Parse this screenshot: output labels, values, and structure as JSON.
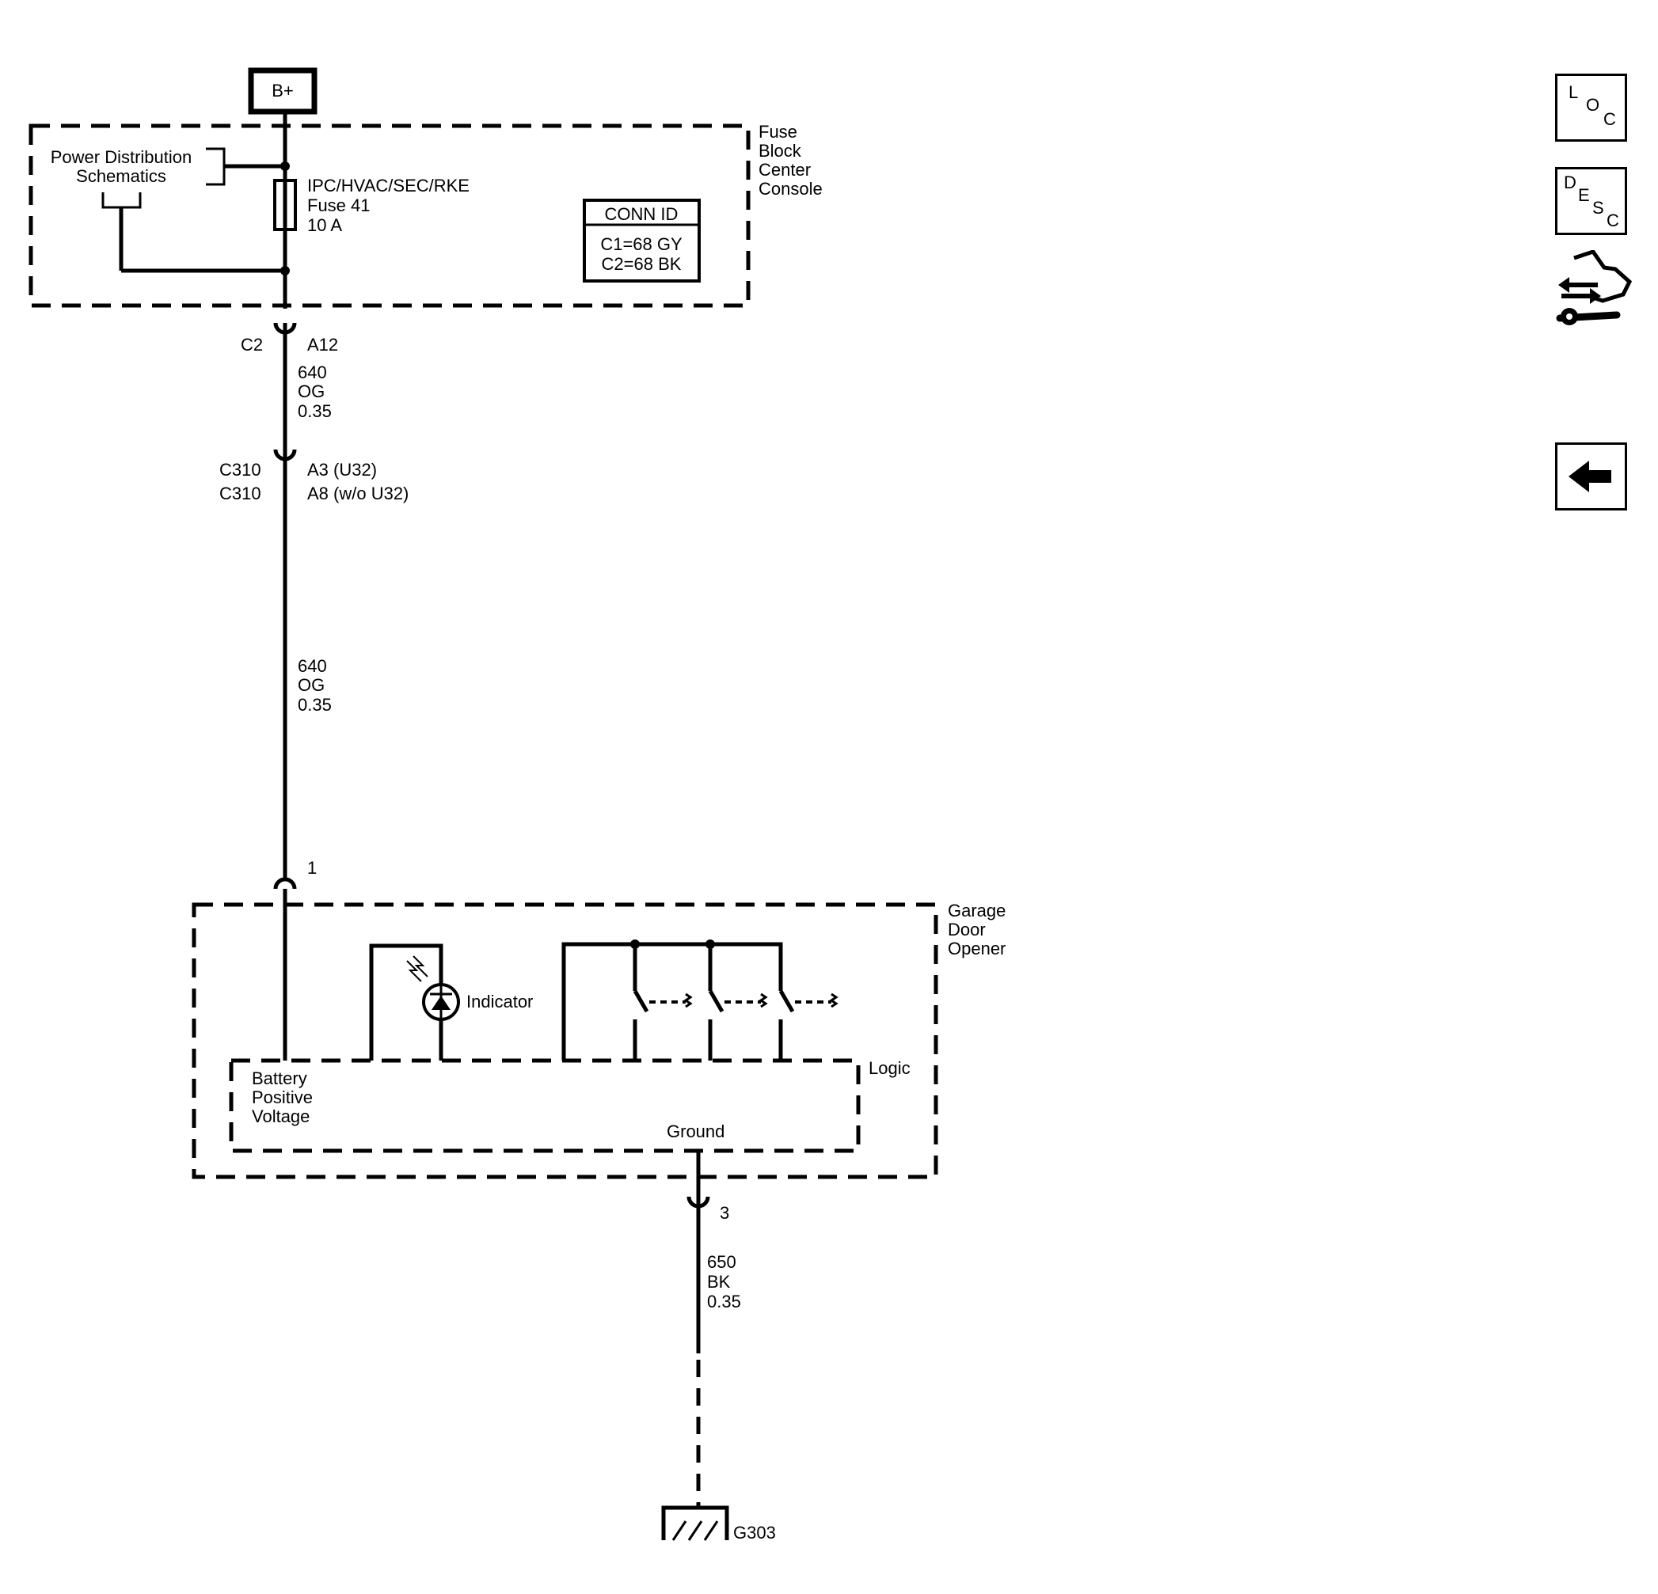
{
  "sources": {
    "battery": "B+",
    "power_distribution": [
      "Power Distribution",
      "Schematics"
    ]
  },
  "fuse_block": {
    "name": [
      "Fuse",
      "Block",
      "Center",
      "Console"
    ],
    "fuse": [
      "IPC/HVAC/SEC/RKE",
      "Fuse 41",
      "10 A"
    ],
    "conn_id": {
      "title": "CONN ID",
      "lines": [
        "C1=68 GY",
        "C2=68 BK"
      ]
    }
  },
  "connectors": {
    "c2": {
      "name": "C2",
      "pin": "A12"
    },
    "c310": [
      {
        "name": "C310",
        "pin": "A3 (U32)"
      },
      {
        "name": "C310",
        "pin": "A8 (w/o U32)"
      }
    ],
    "gdo_power_pin": "1",
    "gdo_ground_pin": "3"
  },
  "wires": {
    "upper": [
      "640",
      "OG",
      "0.35"
    ],
    "middle": [
      "640",
      "OG",
      "0.35"
    ],
    "ground": [
      "650",
      "BK",
      "0.35"
    ]
  },
  "garage_door_opener": {
    "name": [
      "Garage",
      "Door",
      "Opener"
    ],
    "indicator_label": "Indicator",
    "logic_label": "Logic",
    "battery_label": [
      "Battery",
      "Positive",
      "Voltage"
    ],
    "ground_label": "Ground"
  },
  "ground": {
    "name": "G303"
  },
  "toolbar": {
    "loc_letters": [
      "L",
      "O",
      "C"
    ],
    "desc_letters": [
      "D",
      "E",
      "S",
      "C"
    ],
    "link_icon": "connector-hand-wrench-icon",
    "back_icon": "left-arrow-icon"
  }
}
